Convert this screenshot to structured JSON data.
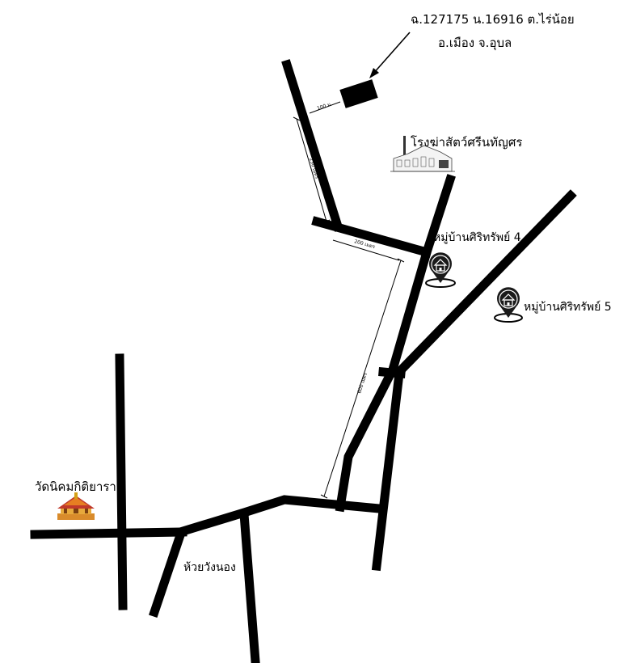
{
  "destination": {
    "line1": "ฉ.127175 น.16916 ต.ไร่น้อย",
    "line2": "อ.เมือง จ.อุบล"
  },
  "landmarks": {
    "slaughterhouse": {
      "label": "โรงฆ่าสัตว์ศรีนทัญศร",
      "icon": "factory-icon"
    },
    "village4": {
      "label": "หมู่บ้านศิริทรัพย์ 4",
      "icon": "home-pin-icon"
    },
    "village5": {
      "label": "หมู่บ้านศิริทรัพย์ 5",
      "icon": "home-pin-icon"
    },
    "temple": {
      "label": "วัดนิคมกิติยาราม",
      "icon": "temple-icon"
    },
    "creek": {
      "label": "ห้วยวังนอง"
    }
  },
  "distances": {
    "d100": "100 ม.",
    "d230": "230 เมตร",
    "d200": "200 เมตร",
    "d600": "600 เมตร"
  }
}
